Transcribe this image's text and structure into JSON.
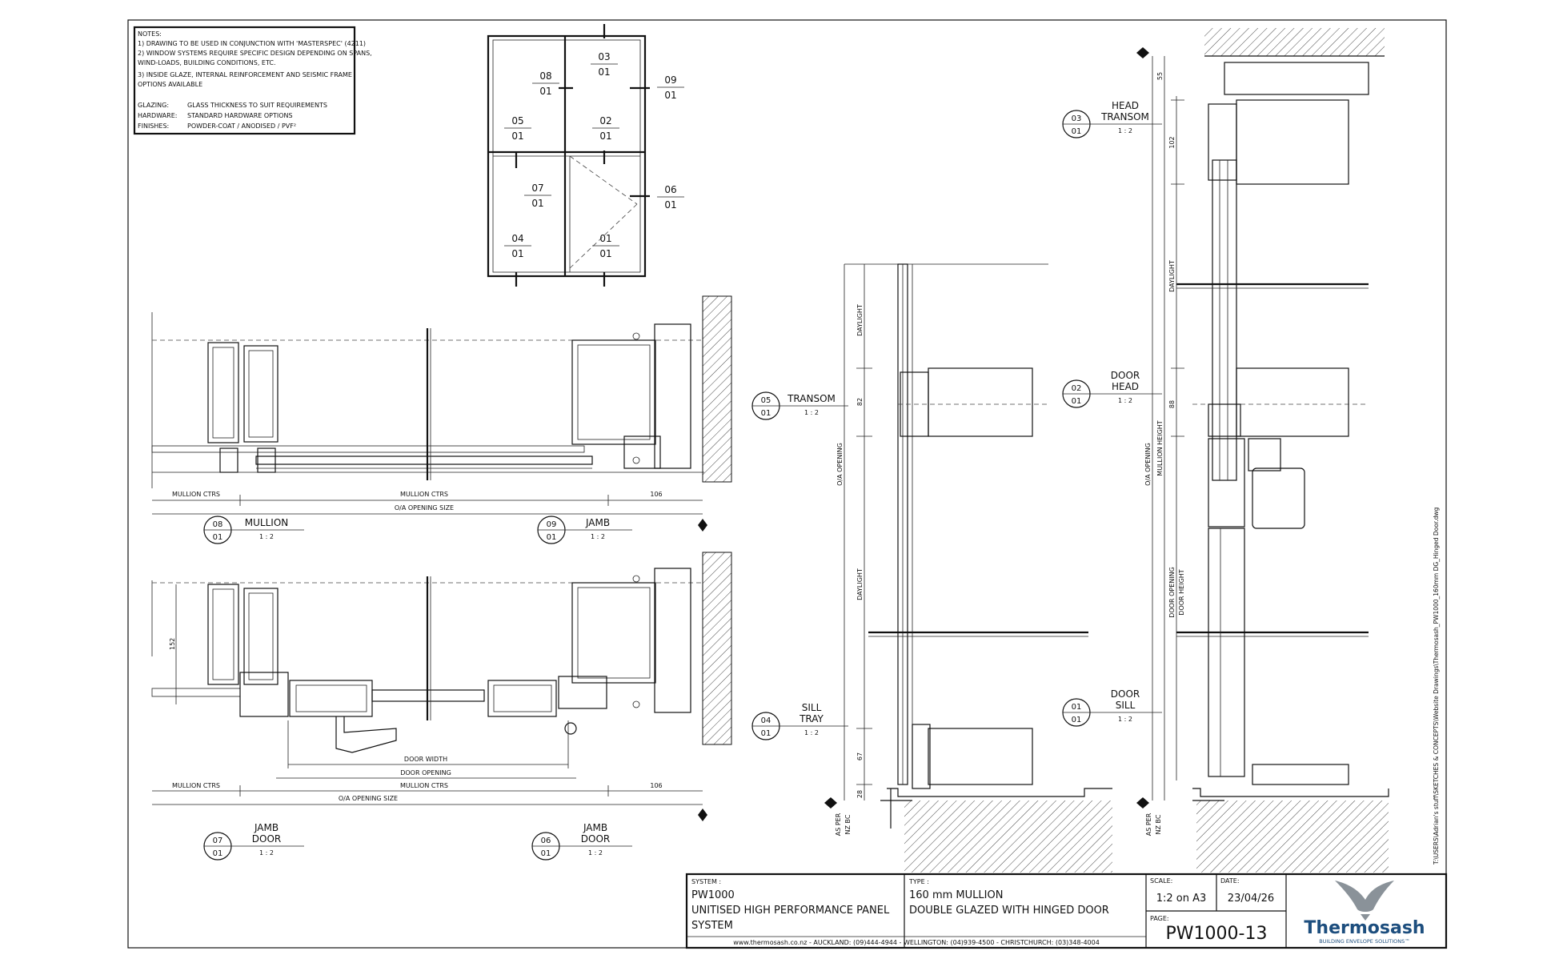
{
  "notes": {
    "heading": "NOTES:",
    "lines": [
      "1) DRAWING TO BE USED IN CONJUNCTION WITH 'MASTERSPEC' (4211)",
      "2) WINDOW SYSTEMS REQUIRE SPECIFIC DESIGN DEPENDING ON SPANS,",
      "WIND-LOADS, BUILDING CONDITIONS, ETC.",
      "3) INSIDE GLAZE, INTERNAL REINFORCEMENT AND SEISMIC FRAME",
      "OPTIONS AVAILABLE"
    ],
    "specs": [
      {
        "label": "GLAZING:",
        "value": "GLASS THICKNESS TO SUIT REQUIREMENTS"
      },
      {
        "label": "HARDWARE:",
        "value": "STANDARD HARDWARE OPTIONS"
      },
      {
        "label": "FINISHES:",
        "value": "POWDER-COAT / ANODISED / PVF²"
      }
    ]
  },
  "key_plan": {
    "markers": [
      {
        "num": "03",
        "sheet": "01"
      },
      {
        "num": "08",
        "sheet": "01"
      },
      {
        "num": "09",
        "sheet": "01"
      },
      {
        "num": "05",
        "sheet": "01"
      },
      {
        "num": "02",
        "sheet": "01"
      },
      {
        "num": "07",
        "sheet": "01"
      },
      {
        "num": "06",
        "sheet": "01"
      },
      {
        "num": "04",
        "sheet": "01"
      },
      {
        "num": "01",
        "sheet": "01"
      }
    ]
  },
  "plan_top": {
    "dims": {
      "mullion_ctrs_left": "MULLION CTRS",
      "mullion_ctrs_mid": "MULLION CTRS",
      "d106": "106",
      "oa": "O/A OPENING SIZE"
    },
    "labels": [
      {
        "num": "08",
        "sheet": "01",
        "title": "MULLION",
        "scale": "1 : 2"
      },
      {
        "num": "09",
        "sheet": "01",
        "title": "JAMB",
        "scale": "1 : 2"
      }
    ]
  },
  "plan_bottom": {
    "dims": {
      "d152": "152",
      "door_width": "DOOR WIDTH",
      "door_opening": "DOOR OPENING",
      "mullion_ctrs_left": "MULLION CTRS",
      "mullion_ctrs_mid": "MULLION CTRS",
      "d106": "106",
      "oa": "O/A OPENING SIZE"
    },
    "labels": [
      {
        "num": "07",
        "sheet": "01",
        "title1": "JAMB",
        "title2": "DOOR",
        "scale": "1 : 2"
      },
      {
        "num": "06",
        "sheet": "01",
        "title1": "JAMB",
        "title2": "DOOR",
        "scale": "1 : 2"
      }
    ]
  },
  "section_left": {
    "dims": {
      "daylight_top": "DAYLIGHT",
      "d82": "82",
      "oa": "O/A OPENING",
      "daylight_bot": "DAYLIGHT",
      "d67": "67",
      "d28": "28",
      "as_per": "AS PER",
      "nz_bc": "NZ BC"
    },
    "labels": [
      {
        "num": "05",
        "sheet": "01",
        "title1": "TRANSOM",
        "title2": "",
        "scale": "1 : 2"
      },
      {
        "num": "04",
        "sheet": "01",
        "title1": "SILL",
        "title2": "TRAY",
        "scale": "1 : 2"
      }
    ]
  },
  "section_right": {
    "dims": {
      "d55": "55",
      "d102": "102",
      "daylight": "DAYLIGHT",
      "oa": "O/A OPENING",
      "mullion_height": "MULLION HEIGHT",
      "d88": "88",
      "door_opening": "DOOR OPENING",
      "door_height": "DOOR HEIGHT",
      "as_per": "AS PER",
      "nz_bc": "NZ BC"
    },
    "labels": [
      {
        "num": "03",
        "sheet": "01",
        "title1": "HEAD",
        "title2": "TRANSOM",
        "scale": "1 : 2"
      },
      {
        "num": "02",
        "sheet": "01",
        "title1": "DOOR",
        "title2": "HEAD",
        "scale": "1 : 2"
      },
      {
        "num": "01",
        "sheet": "01",
        "title1": "DOOR",
        "title2": "SILL",
        "scale": "1 : 2"
      }
    ]
  },
  "file_path": "T:\\USERS\\Adrian's stuff\\SKETCHES & CONCEPTS\\Website Drawings\\Thermosash_PW1000_160mm DG_Hinged Door.dwg",
  "title_block": {
    "system_label": "SYSTEM :",
    "system_line1": "PW1000",
    "system_line2": "UNITISED HIGH PERFORMANCE PANEL",
    "system_line3": "SYSTEM",
    "type_label": "TYPE :",
    "type_line1": "160 mm MULLION",
    "type_line2": "DOUBLE GLAZED WITH HINGED DOOR",
    "scale_label": "SCALE:",
    "scale_value": "1:2 on A3",
    "date_label": "DATE:",
    "date_value": "23/04/26",
    "page_label": "PAGE:",
    "page_value": "PW1000-13",
    "contact_line": "www.thermosash.co.nz  -  AUCKLAND: (09)444-4944  -  WELLINGTON: (04)939-4500  -  CHRISTCHURCH: (03)348-4004",
    "brand_name": "Thermosash",
    "brand_tagline": "BUILDING ENVELOPE SOLUTIONS™",
    "brand_color": "#1d4e7e",
    "logo_color": "#8a9299"
  }
}
